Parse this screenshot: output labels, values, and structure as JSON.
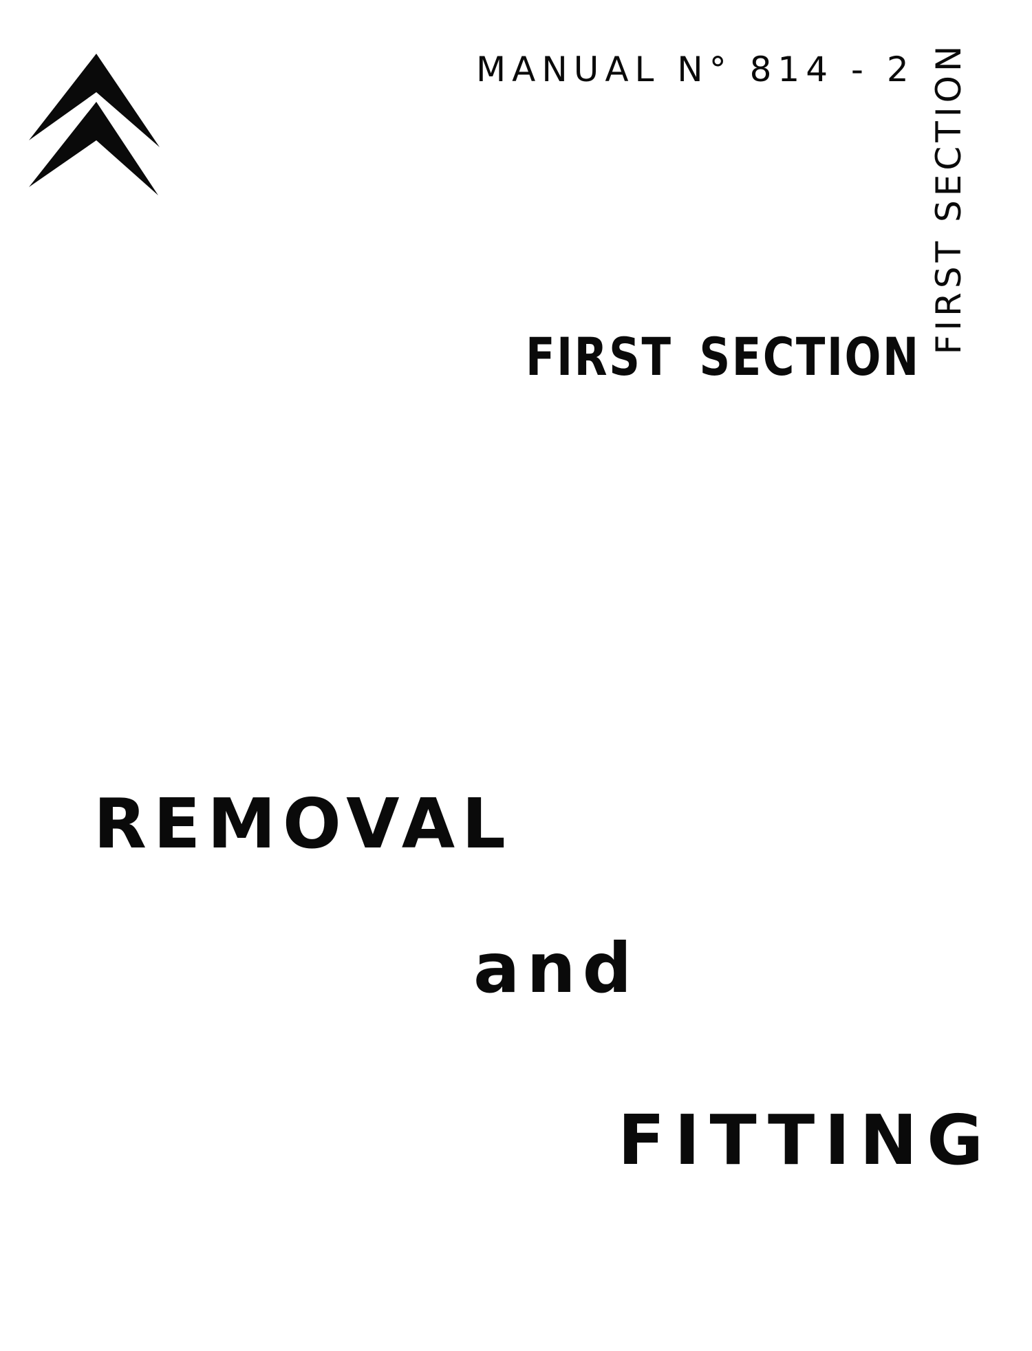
{
  "cover": {
    "logo_icon": "double-chevron-logo-icon",
    "manual_number": "MANUAL N° 814 - 2",
    "side_tab": "FIRST SECTION",
    "section_heading": "FIRST SECTION",
    "title": {
      "line1": "REMOVAL",
      "line2": "and",
      "line3": "FITTING"
    }
  },
  "colors": {
    "ink": "#0a0a0a",
    "paper": "#ffffff"
  }
}
